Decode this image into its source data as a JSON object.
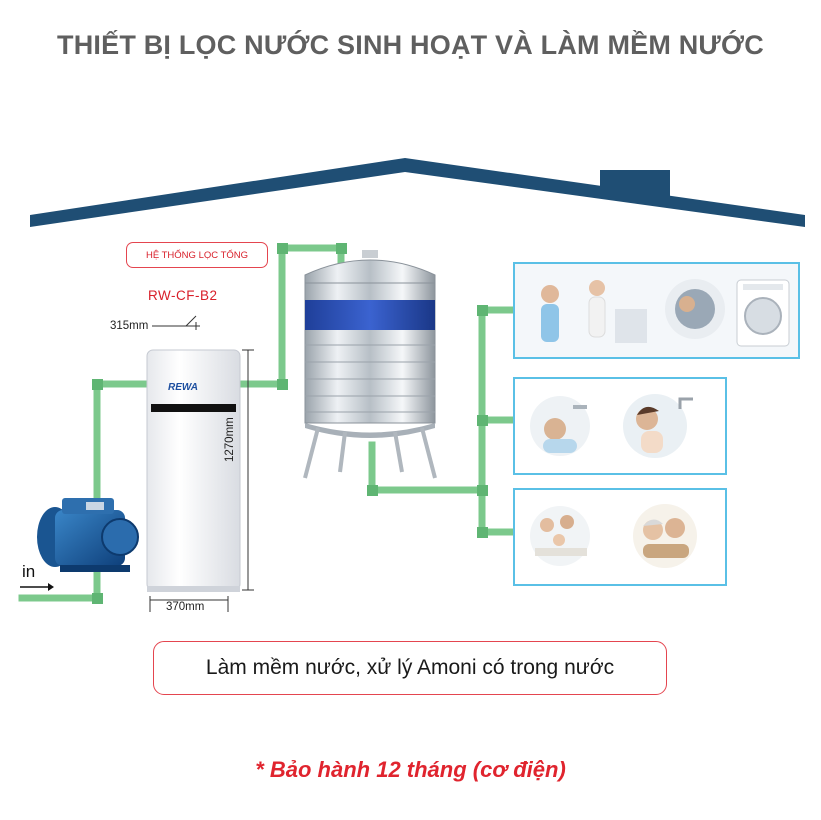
{
  "title": "THIẾT BỊ LỌC NƯỚC SINH HOẠT VÀ LÀM MỀM NƯỚC",
  "system_label": "HỆ THỐNG LỌC TỔNG",
  "model": "RW-CF-B2",
  "brand": "REWA",
  "dimensions": {
    "depth": "315mm",
    "height": "1270mm",
    "width": "370mm"
  },
  "inlet_label": "in",
  "caption": "Làm mềm nước, xử lý Amoni có trong nước",
  "warranty": "* Bảo hành 12 tháng (cơ điện)",
  "colors": {
    "roof": "#1f4e74",
    "pipe": "#7cc98c",
    "panel_border": "#5ac0e6",
    "accent_red": "#e0242e",
    "tank_band": "#2a4fb3",
    "title_gray": "#5f5f5f"
  }
}
